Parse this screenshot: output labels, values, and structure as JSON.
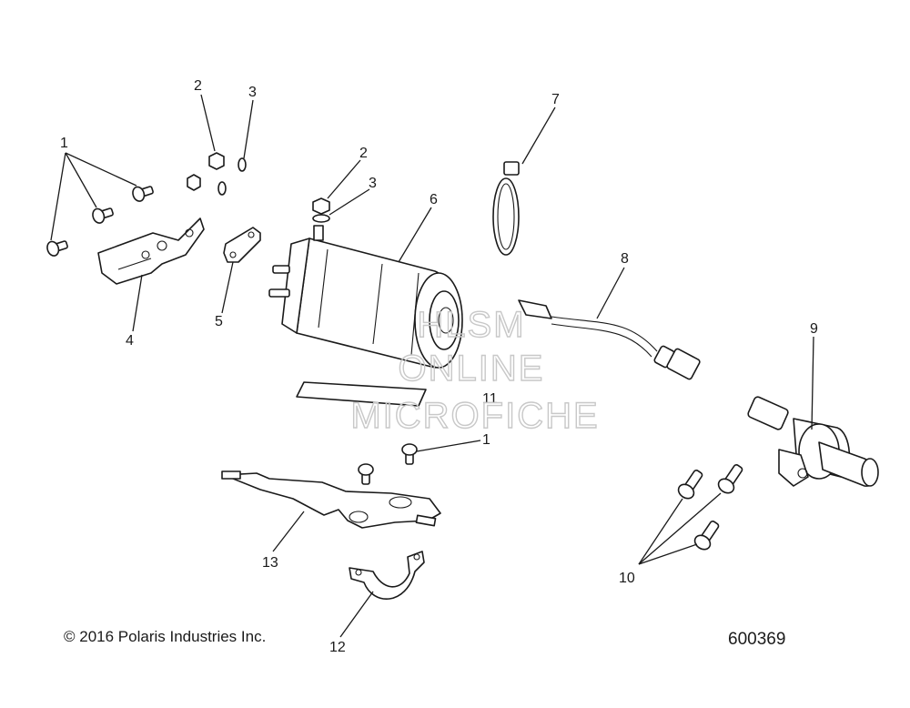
{
  "diagram": {
    "callouts": [
      {
        "id": "c1a",
        "label": "1"
      },
      {
        "id": "c2a",
        "label": "2"
      },
      {
        "id": "c3a",
        "label": "3"
      },
      {
        "id": "c2b",
        "label": "2"
      },
      {
        "id": "c3b",
        "label": "3"
      },
      {
        "id": "c4",
        "label": "4"
      },
      {
        "id": "c5",
        "label": "5"
      },
      {
        "id": "c6",
        "label": "6"
      },
      {
        "id": "c7",
        "label": "7"
      },
      {
        "id": "c8",
        "label": "8"
      },
      {
        "id": "c9",
        "label": "9"
      },
      {
        "id": "c10",
        "label": "10"
      },
      {
        "id": "c11",
        "label": "11"
      },
      {
        "id": "c1b",
        "label": "1"
      },
      {
        "id": "c12",
        "label": "12"
      },
      {
        "id": "c13",
        "label": "13"
      }
    ],
    "watermark": [
      "HLSM",
      "ONLINE",
      "MICROFICHE"
    ]
  },
  "footer": {
    "copyright": "© 2016 Polaris Industries Inc.",
    "drawing_number": "600369"
  }
}
